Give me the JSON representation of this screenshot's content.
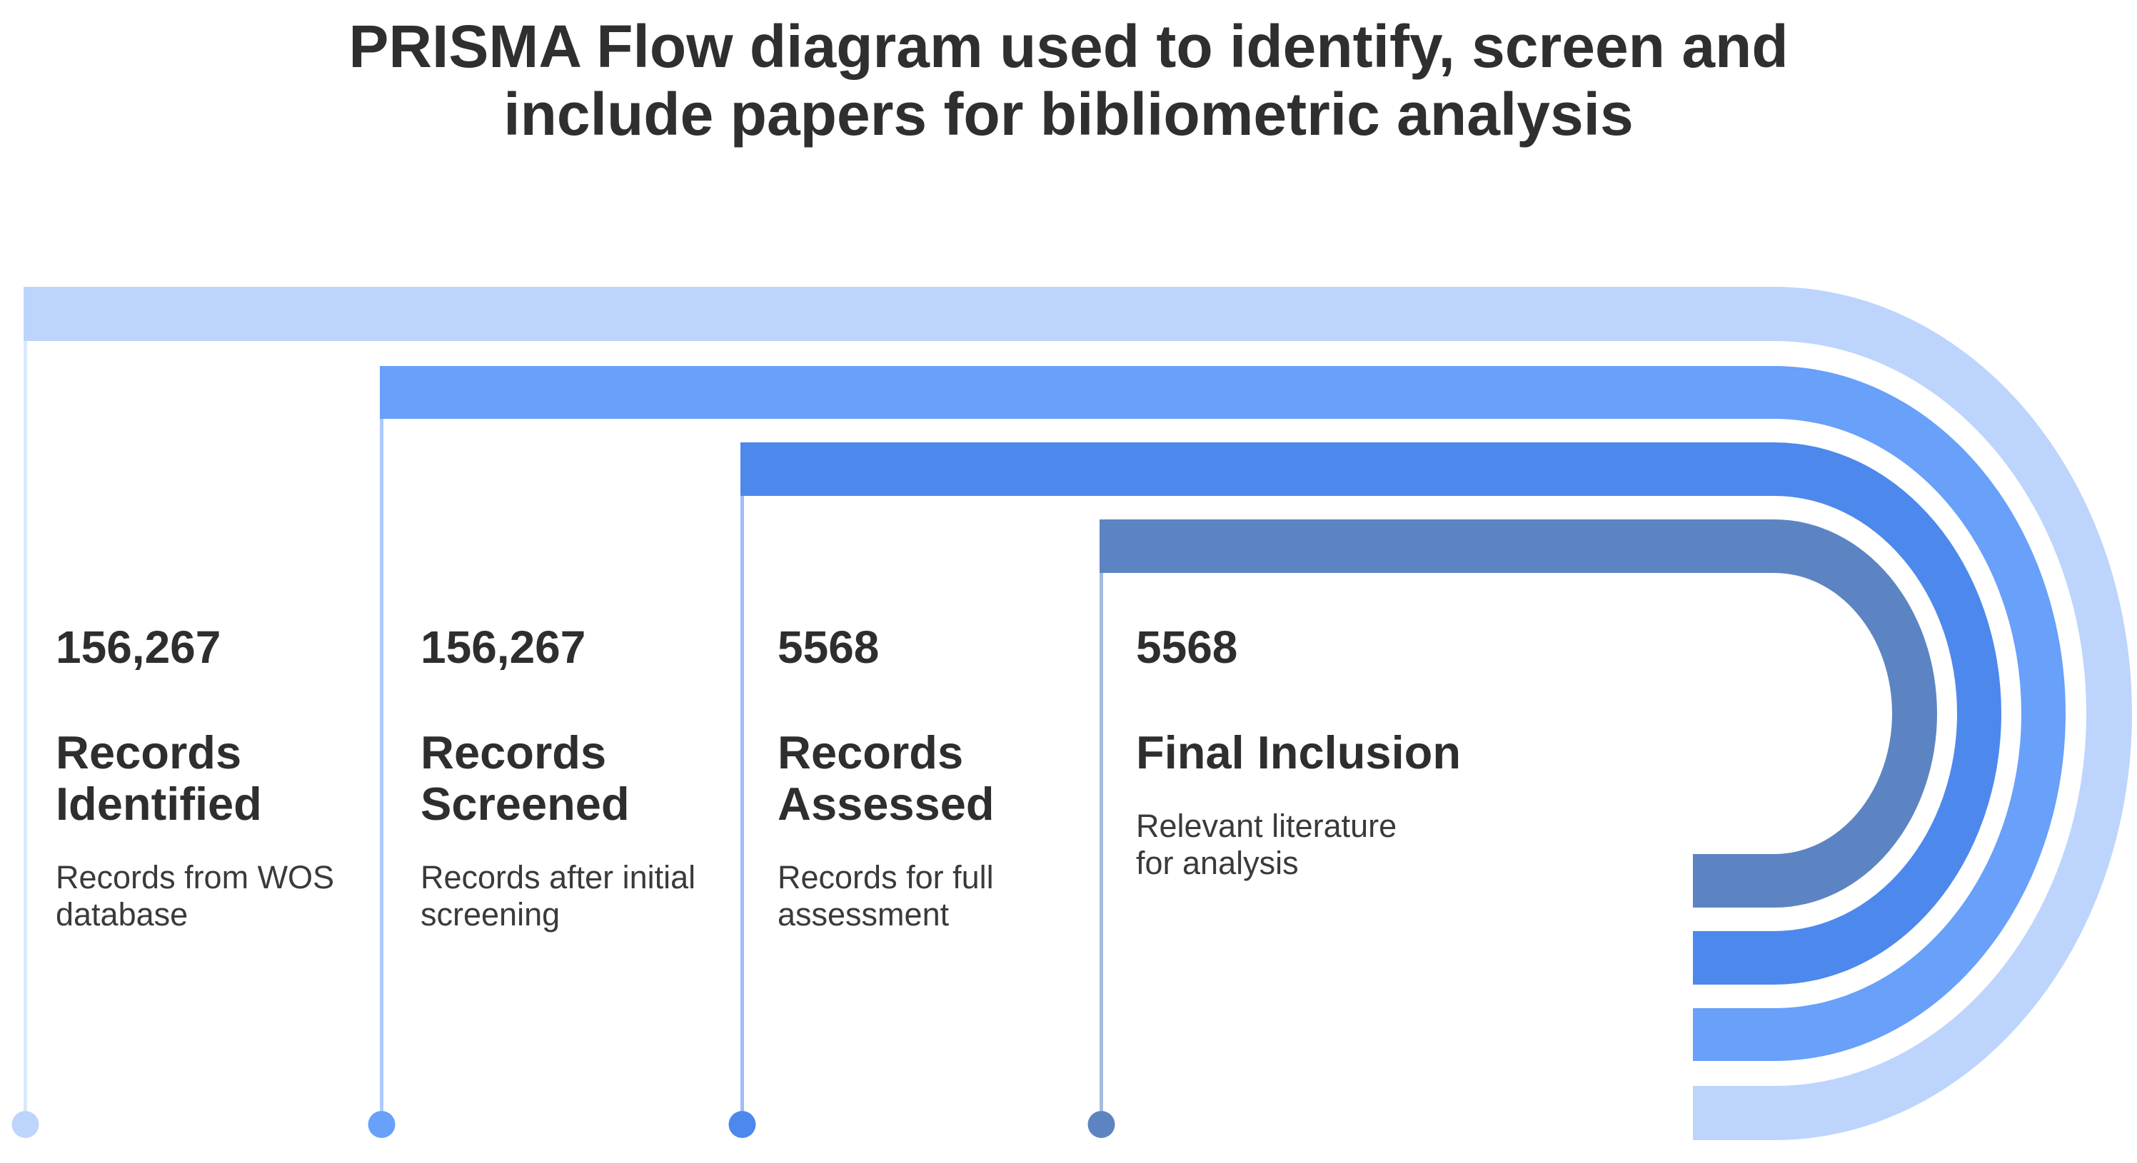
{
  "title": "PRISMA Flow diagram used to identify, screen and\ninclude papers for bibliometric analysis",
  "colors": {
    "background": "#ffffff",
    "title_text": "#2f2f2f",
    "body_text": "#3a3a3a"
  },
  "stages": [
    {
      "value": "156,267",
      "label": "Records\nIdentified",
      "description": "Records from WOS\ndatabase",
      "color": "#bdd5fc"
    },
    {
      "value": "156,267",
      "label": "Records\nScreened",
      "description": "Records after initial\nscreening",
      "color": "#68a0fa"
    },
    {
      "value": "5568",
      "label": "Records\nAssessed",
      "description": "Records for full\nassessment",
      "color": "#4d88ec"
    },
    {
      "value": "5568",
      "label": "Final Inclusion",
      "description": "Relevant literature\nfor analysis",
      "color": "#5d84c2"
    }
  ]
}
